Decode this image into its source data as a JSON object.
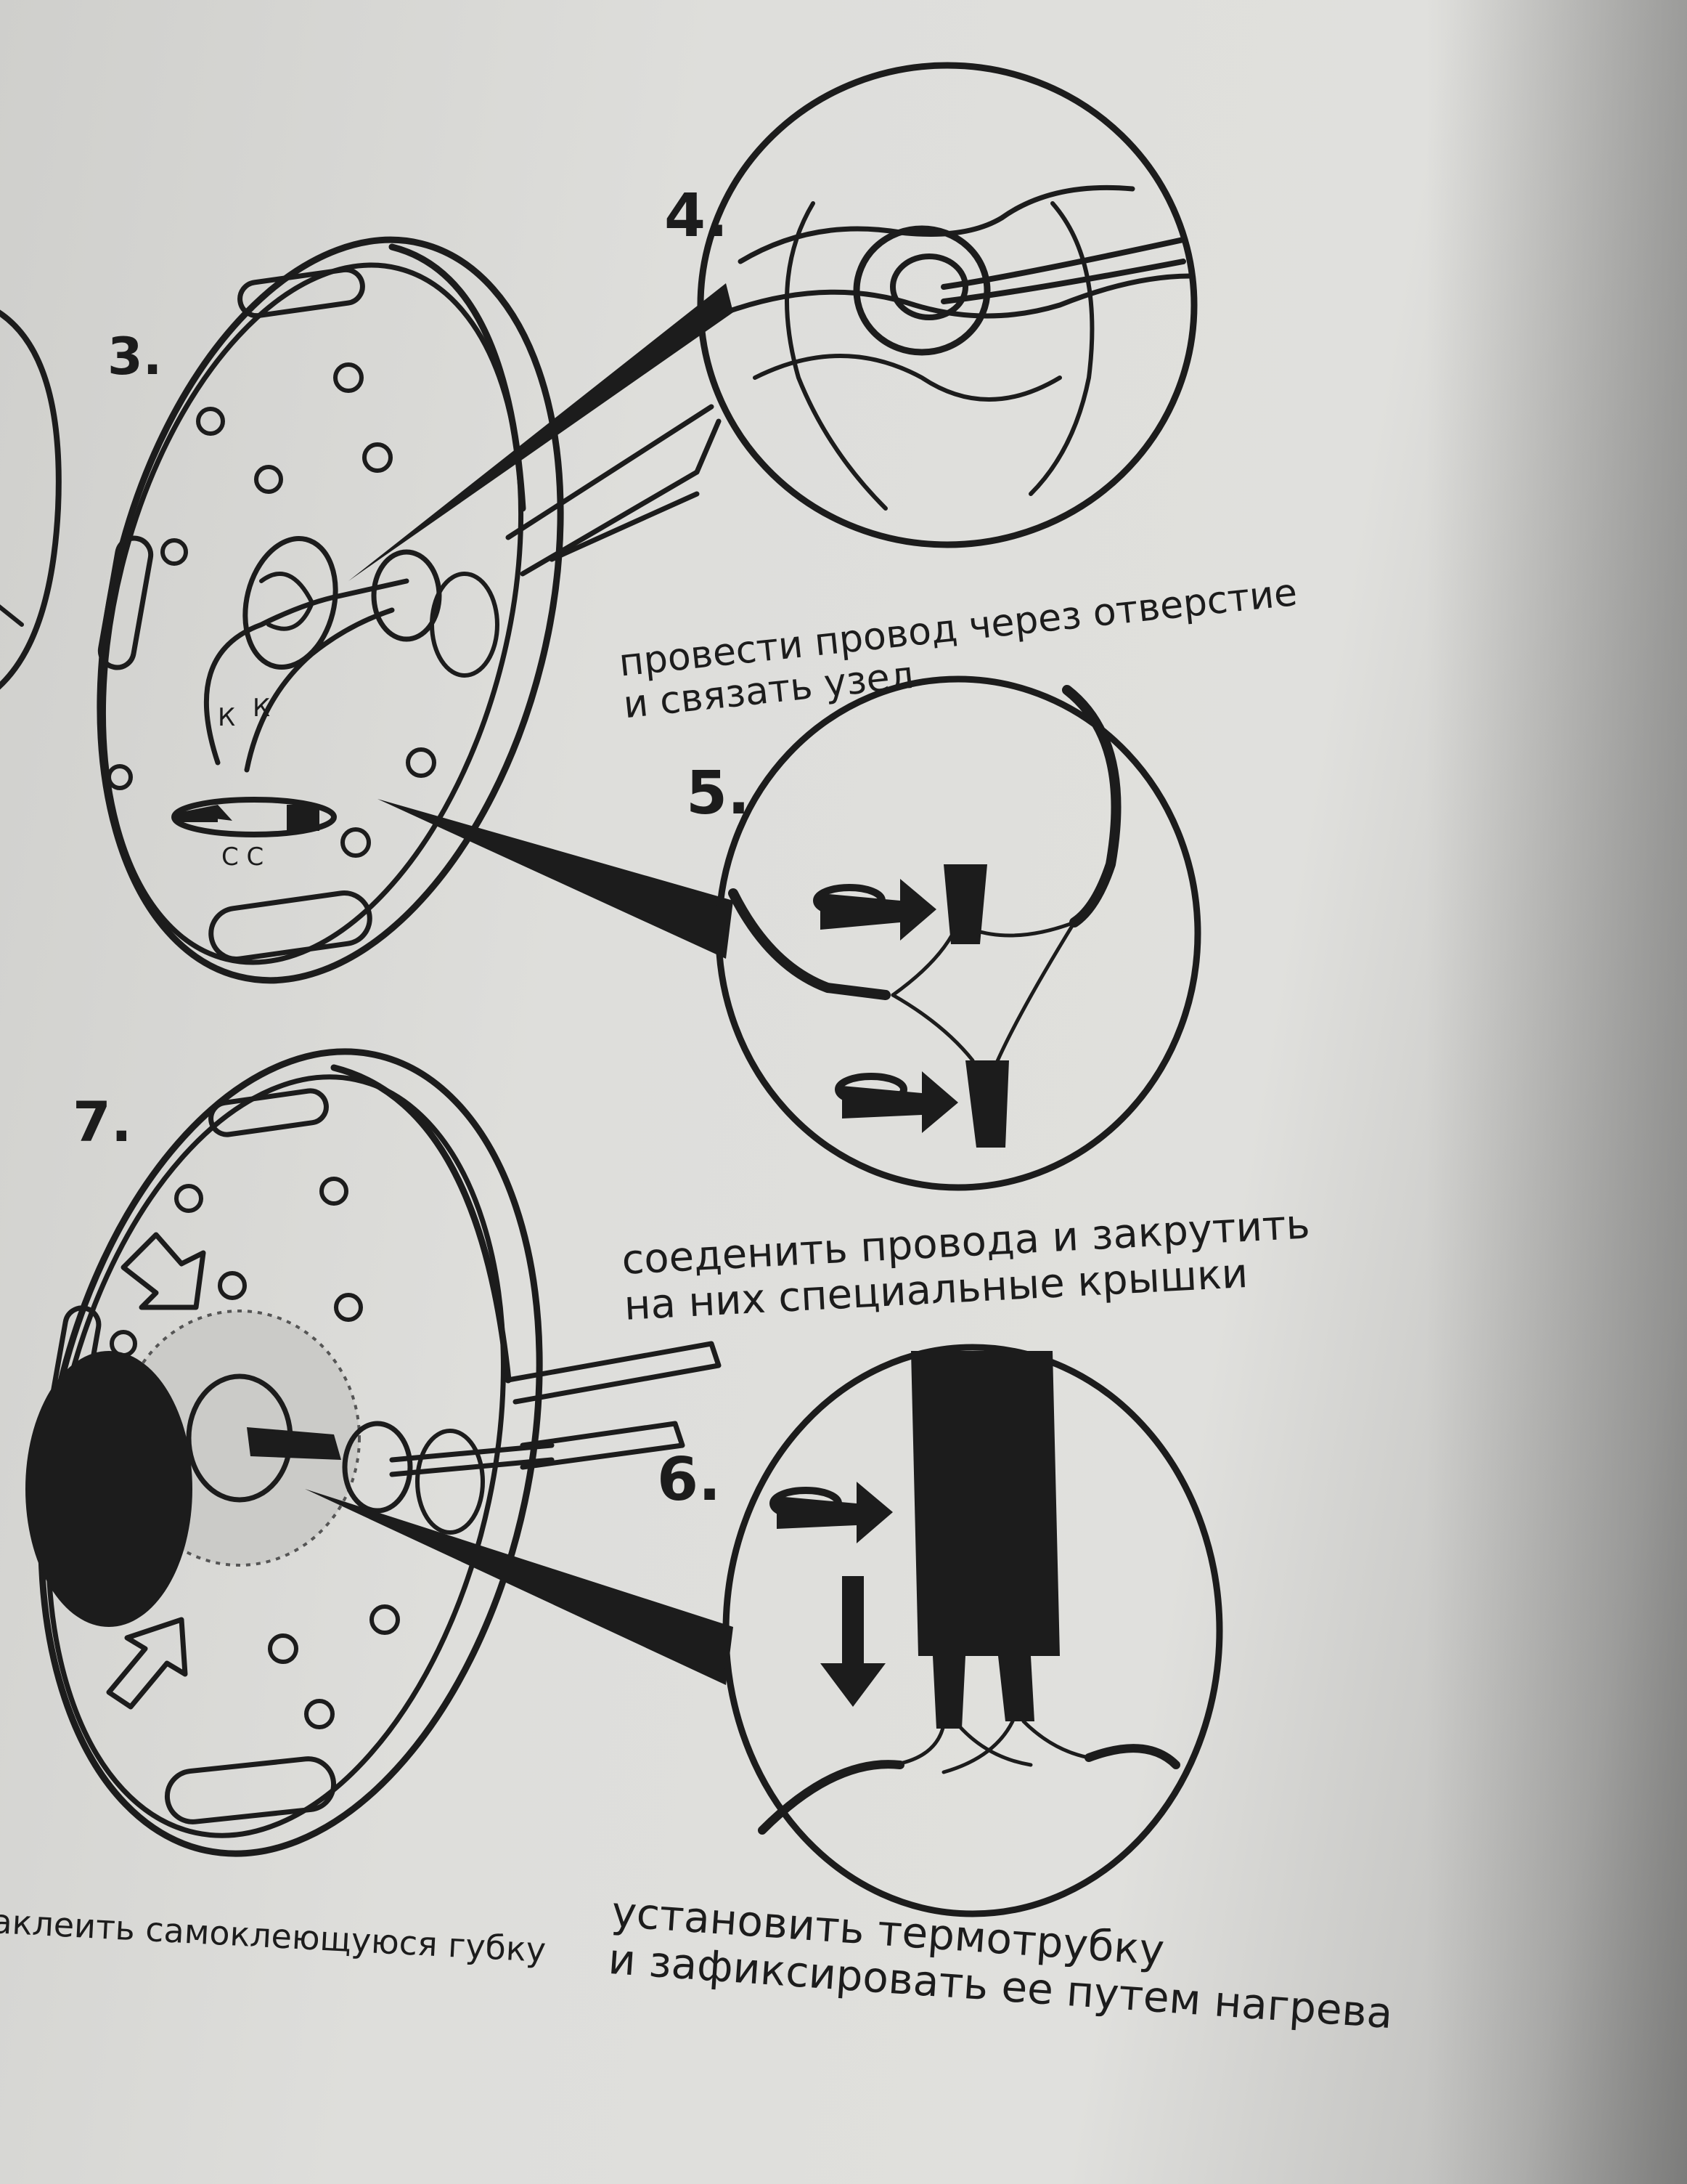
{
  "steps": [
    {
      "number": "3."
    },
    {
      "number": "4.",
      "caption_line1": "провести провод через отверстие",
      "caption_line2": "и связать узел"
    },
    {
      "number": "5.",
      "caption_line1": "соеденить провода и закрутить",
      "caption_line2": "на них специальные крышки"
    },
    {
      "number": "6.",
      "caption_line1": "установить термотрубку",
      "caption_line2": "и зафиксировать ее путем нагрева"
    },
    {
      "number": "7.",
      "caption_line1": "аклеить самоклеющуюся губку"
    }
  ],
  "diagram_marks": {
    "terminal_left": "К",
    "terminal_right": "К",
    "terminal_bottom": "С С"
  },
  "colors": {
    "paper": "#dededb",
    "ink": "#1c1c1c"
  }
}
